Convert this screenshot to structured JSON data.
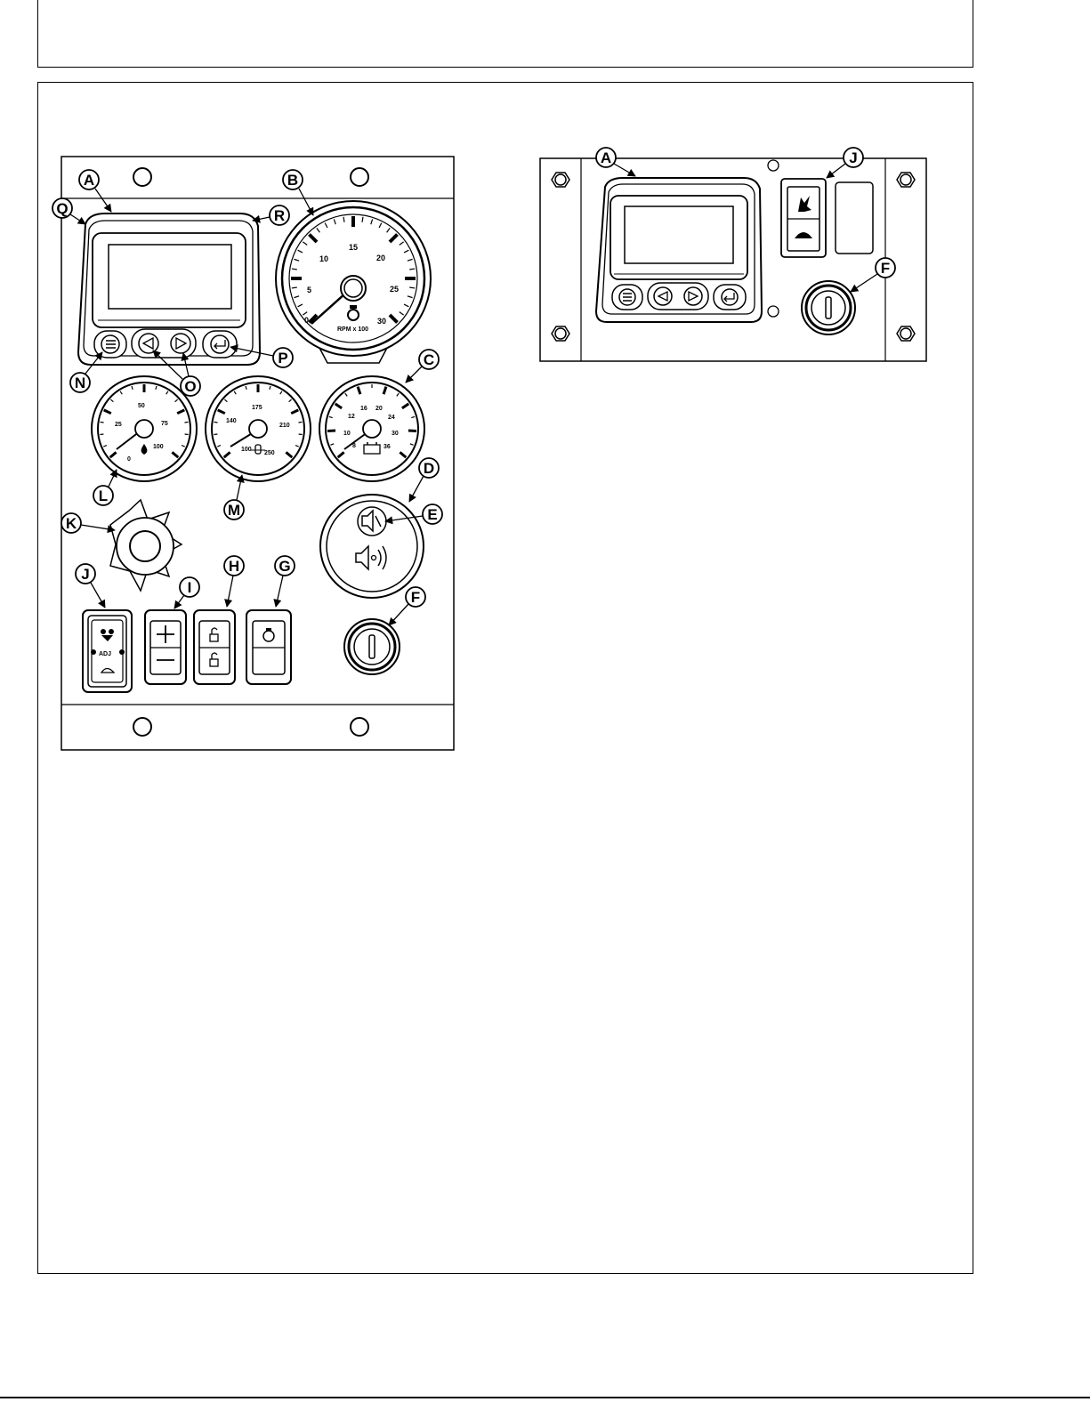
{
  "figure_left": {
    "callouts": [
      "A",
      "B",
      "C",
      "D",
      "E",
      "F",
      "G",
      "H",
      "I",
      "J",
      "K",
      "L",
      "M",
      "N",
      "O",
      "P",
      "Q",
      "R"
    ],
    "tachometer": {
      "ticks": [
        "0",
        "5",
        "10",
        "15",
        "20",
        "25",
        "30"
      ],
      "unit": "RPM x 100"
    },
    "gauge_c": {
      "ticks": [
        "8",
        "10",
        "12",
        "16",
        "20",
        "24",
        "30",
        "36"
      ]
    },
    "gauge_l": {
      "ticks": [
        "0",
        "25",
        "50",
        "75",
        "100"
      ]
    },
    "gauge_m": {
      "ticks": [
        "100",
        "140",
        "175",
        "210",
        "250"
      ]
    },
    "switch_j_label": "ADJ"
  },
  "figure_right": {
    "callouts": [
      "A",
      "J",
      "F"
    ]
  }
}
